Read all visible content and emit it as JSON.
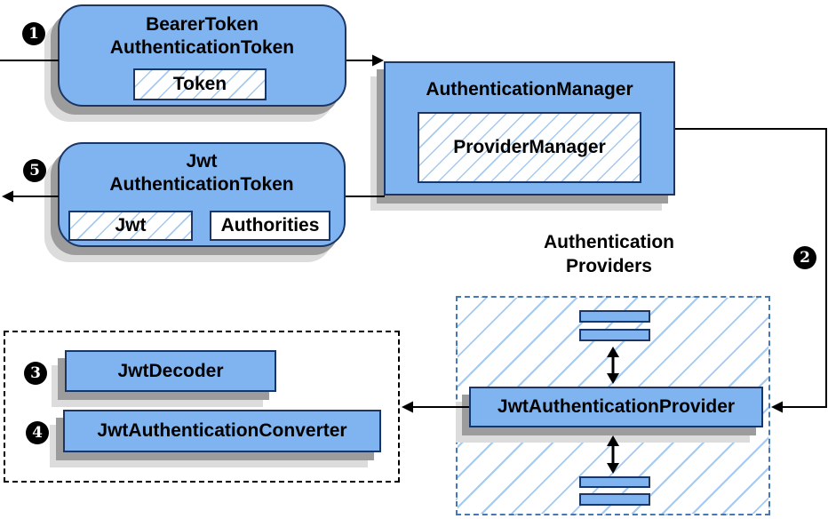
{
  "nodes": {
    "bearer_token": {
      "title_line1": "BearerToken",
      "title_line2": "AuthenticationToken",
      "chip_token": "Token"
    },
    "authentication_manager": {
      "title": "AuthenticationManager",
      "chip_provider_manager": "ProviderManager"
    },
    "jwt_authentication_token": {
      "title_line1": "Jwt",
      "title_line2": "AuthenticationToken",
      "chip_jwt": "Jwt",
      "chip_authorities": "Authorities"
    },
    "providers_group_label": {
      "line1": "Authentication",
      "line2": "Providers"
    },
    "jwt_authentication_provider": {
      "title": "JwtAuthenticationProvider"
    },
    "jwt_decoder": {
      "title": "JwtDecoder"
    },
    "jwt_authentication_converter": {
      "title": "JwtAuthenticationConverter"
    }
  },
  "badges": {
    "step1": "1",
    "step2": "2",
    "step3": "3",
    "step4": "4",
    "step5": "5"
  },
  "colors": {
    "box_fill": "#7FB4F0",
    "box_border": "#1B3564",
    "hatch_line": "#A6C9EE",
    "dashed_blue": "#4678B8",
    "dashed_black": "#000000",
    "shadow_dark": "#9C9C9C",
    "shadow_light": "#DCDCDC",
    "line": "#000000",
    "badge_bg": "#000000",
    "badge_text": "#FFFFFF"
  }
}
